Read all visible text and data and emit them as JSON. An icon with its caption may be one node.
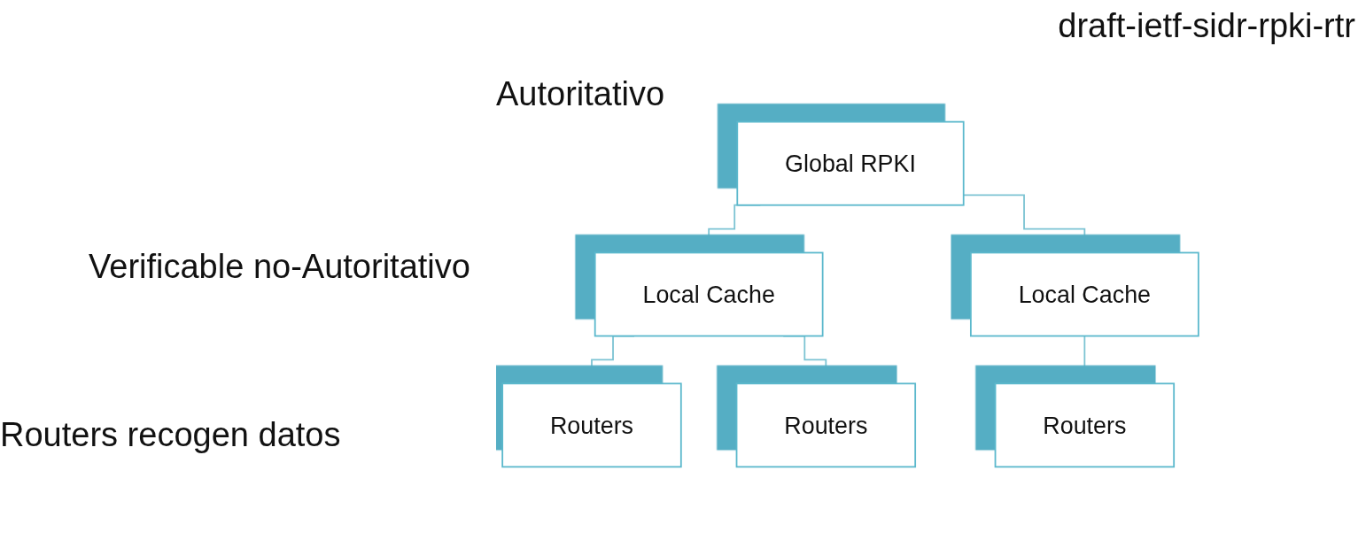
{
  "diagram": {
    "nodes": [
      {
        "text": [
          "Global RPKI"
        ]
      },
      {
        "text": [
          "Local Cache"
        ]
      },
      {
        "text": [
          "Local Cache"
        ]
      },
      {
        "text": [
          "Routers"
        ]
      },
      {
        "text": [
          "Routers"
        ]
      },
      {
        "text": [
          "Routers"
        ]
      }
    ],
    "edges": [
      {
        "from": 0,
        "to": 1,
        "arrow": "none"
      },
      {
        "from": 0,
        "to": 2,
        "arrow": "none"
      },
      {
        "from": 1,
        "to": 3,
        "arrow": "none"
      },
      {
        "from": 1,
        "to": 4,
        "arrow": "none"
      },
      {
        "from": 2,
        "to": 5,
        "arrow": "none"
      }
    ],
    "labels": [
      "draft-ietf-sidr-rpki-rtr",
      "Autoritativo",
      "Verificable no-Autoritativo",
      "Routers recogen datos"
    ]
  }
}
